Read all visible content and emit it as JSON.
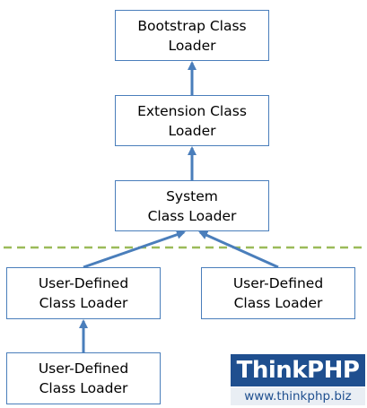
{
  "nodes": {
    "bootstrap": "Bootstrap Class\nLoader",
    "extension": "Extension Class\nLoader",
    "system": "System\nClass Loader",
    "user_left": "User-Defined\nClass Loader",
    "user_right": "User-Defined\nClass Loader",
    "user_bottom": "User-Defined\nClass Loader"
  },
  "watermark": {
    "logo": "ThinkPHP",
    "url": "www.thinkphp.biz"
  },
  "colors": {
    "arrow": "#4a7ebb",
    "border": "#4a7ebb",
    "divider": "#9bbb59",
    "logo_bg": "#1f4f8f"
  }
}
